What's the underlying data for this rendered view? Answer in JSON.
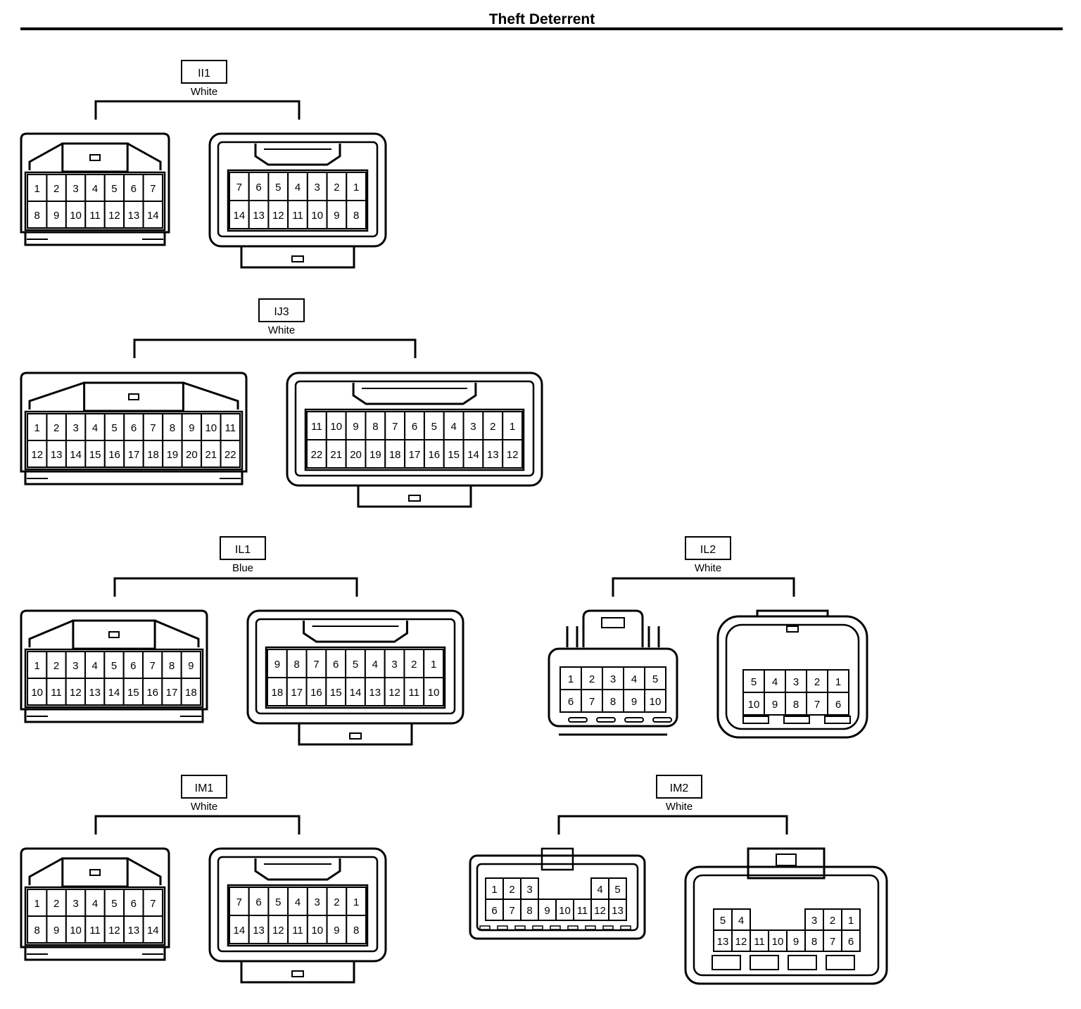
{
  "title": "Theft Deterrent",
  "connectors": [
    {
      "id": "II1",
      "color": "White",
      "male_rows": [
        [
          "1",
          "2",
          "3",
          "4",
          "5",
          "6",
          "7"
        ],
        [
          "8",
          "9",
          "10",
          "11",
          "12",
          "13",
          "14"
        ]
      ],
      "female_rows": [
        [
          "7",
          "6",
          "5",
          "4",
          "3",
          "2",
          "1"
        ],
        [
          "14",
          "13",
          "12",
          "11",
          "10",
          "9",
          "8"
        ]
      ]
    },
    {
      "id": "IJ3",
      "color": "White",
      "male_rows": [
        [
          "1",
          "2",
          "3",
          "4",
          "5",
          "6",
          "7",
          "8",
          "9",
          "10",
          "11"
        ],
        [
          "12",
          "13",
          "14",
          "15",
          "16",
          "17",
          "18",
          "19",
          "20",
          "21",
          "22"
        ]
      ],
      "female_rows": [
        [
          "11",
          "10",
          "9",
          "8",
          "7",
          "6",
          "5",
          "4",
          "3",
          "2",
          "1"
        ],
        [
          "22",
          "21",
          "20",
          "19",
          "18",
          "17",
          "16",
          "15",
          "14",
          "13",
          "12"
        ]
      ]
    },
    {
      "id": "IL1",
      "color": "Blue",
      "male_rows": [
        [
          "1",
          "2",
          "3",
          "4",
          "5",
          "6",
          "7",
          "8",
          "9"
        ],
        [
          "10",
          "11",
          "12",
          "13",
          "14",
          "15",
          "16",
          "17",
          "18"
        ]
      ],
      "female_rows": [
        [
          "9",
          "8",
          "7",
          "6",
          "5",
          "4",
          "3",
          "2",
          "1"
        ],
        [
          "18",
          "17",
          "16",
          "15",
          "14",
          "13",
          "12",
          "11",
          "10"
        ]
      ]
    },
    {
      "id": "IL2",
      "color": "White",
      "male_rows": [
        [
          "1",
          "2",
          "3",
          "4",
          "5"
        ],
        [
          "6",
          "7",
          "8",
          "9",
          "10"
        ]
      ],
      "female_rows": [
        [
          "5",
          "4",
          "3",
          "2",
          "1"
        ],
        [
          "10",
          "9",
          "8",
          "7",
          "6"
        ]
      ]
    },
    {
      "id": "IM1",
      "color": "White",
      "male_rows": [
        [
          "1",
          "2",
          "3",
          "4",
          "5",
          "6",
          "7"
        ],
        [
          "8",
          "9",
          "10",
          "11",
          "12",
          "13",
          "14"
        ]
      ],
      "female_rows": [
        [
          "7",
          "6",
          "5",
          "4",
          "3",
          "2",
          "1"
        ],
        [
          "14",
          "13",
          "12",
          "11",
          "10",
          "9",
          "8"
        ]
      ]
    },
    {
      "id": "IM2",
      "color": "White",
      "male_rows": [
        [
          "1",
          "2",
          "3",
          "",
          "",
          "",
          "4",
          "5"
        ],
        [
          "6",
          "7",
          "8",
          "9",
          "10",
          "11",
          "12",
          "13"
        ]
      ],
      "female_rows": [
        [
          "5",
          "4",
          "",
          "",
          "",
          "3",
          "2",
          "1"
        ],
        [
          "13",
          "12",
          "11",
          "10",
          "9",
          "8",
          "7",
          "6"
        ]
      ]
    }
  ]
}
